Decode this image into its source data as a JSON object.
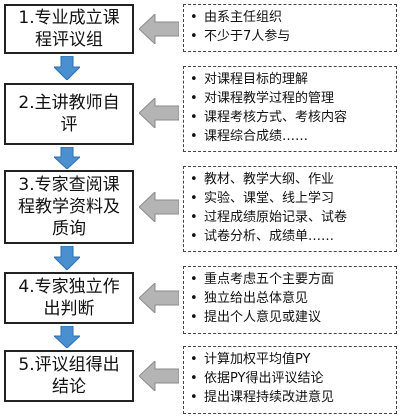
{
  "steps": [
    {
      "label": "1.专业成立课程评议组"
    },
    {
      "label": "2.主讲教师自评"
    },
    {
      "label": "3.专家查阅课程教学资料及质询"
    },
    {
      "label": "4.专家独立作出判断"
    },
    {
      "label": "5.评议组得出结论"
    }
  ],
  "notes": [
    {
      "items": [
        "由系主任组织",
        "不少于7人参与"
      ]
    },
    {
      "items": [
        "对课程目标的理解",
        "对课程教学过程的管理",
        "课程考核方式、考核内容",
        "课程综合成绩……"
      ]
    },
    {
      "items": [
        "教材、教学大纲、作业",
        "实验、课堂、线上学习",
        "过程成绩原始记录、试卷",
        "试卷分析、成绩单……"
      ]
    },
    {
      "items": [
        "重点考虑五个主要方面",
        "独立给出总体意见",
        "提出个人意见或建议"
      ]
    },
    {
      "items": [
        "计算加权平均值PY",
        "依据PY得出评议结论",
        "提出课程持续改进意见"
      ]
    }
  ],
  "bullet": "•",
  "colors": {
    "arrow_blue": "#4a8fd0",
    "arrow_gray": "#b4b4b4"
  }
}
